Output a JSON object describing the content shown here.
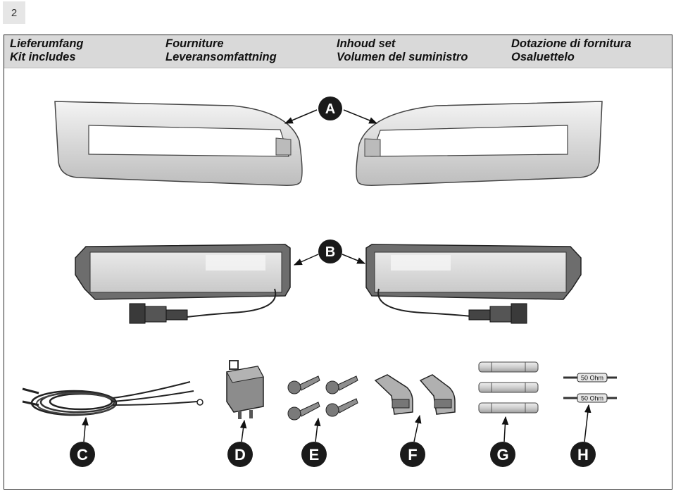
{
  "page_number": "2",
  "header": {
    "columns": [
      {
        "line1": "Lieferumfang",
        "line2": "Kit includes"
      },
      {
        "line1": "Fourniture",
        "line2": "Leveransomfattning"
      },
      {
        "line1": "Inhoud set",
        "line2": "Volumen del suministro"
      },
      {
        "line1": "Dotazione di fornitura",
        "line2": "Osaluettelo"
      }
    ]
  },
  "items": {
    "a": "A",
    "b": "B",
    "c": "C",
    "d": "D",
    "e": "E",
    "f": "F",
    "g": "G",
    "h": "H"
  },
  "resistor_label": "50 Ohm",
  "colors": {
    "header_bg": "#d9d9d9",
    "label_circle": "#1a1a1a"
  }
}
